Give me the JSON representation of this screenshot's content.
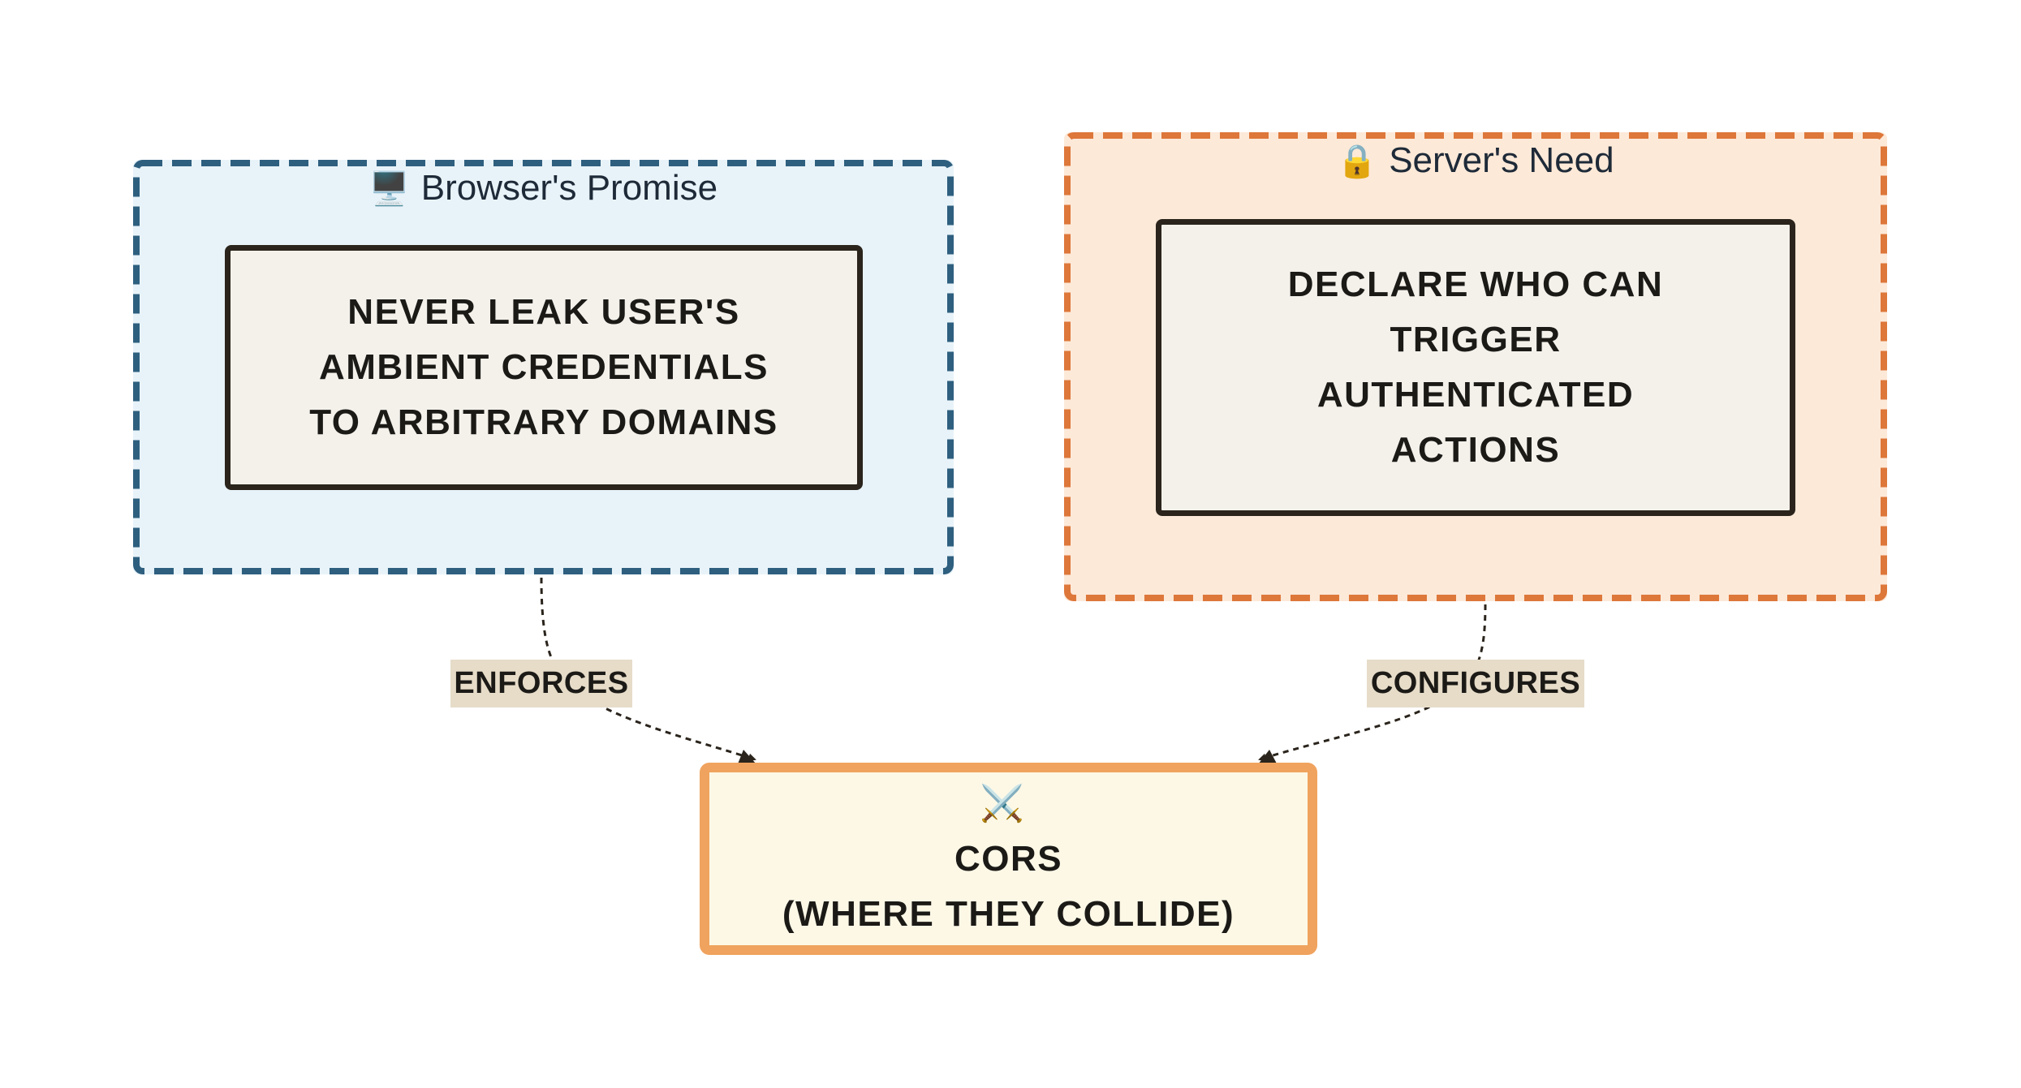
{
  "diagram": {
    "groups": [
      {
        "id": "browser",
        "title": "Browser's Promise",
        "icon": "desktop-computer-icon",
        "icon_glyph": "🖥️",
        "fill_color": "#e8f3f9",
        "border_color": "#2e5f7f",
        "node": {
          "lines": [
            "NEVER LEAK USER'S",
            "AMBIENT CREDENTIALS",
            "TO ARBITRARY DOMAINS"
          ]
        }
      },
      {
        "id": "server",
        "title": "Server's Need",
        "icon": "lock-icon",
        "icon_glyph": "🔒",
        "fill_color": "#fde9d8",
        "border_color": "#dd773a",
        "node": {
          "lines": [
            "DECLARE WHO CAN",
            "TRIGGER",
            "AUTHENTICATED",
            "ACTIONS"
          ]
        }
      }
    ],
    "target": {
      "icon": "crossed-swords-icon",
      "icon_glyph": "⚔️",
      "title": "CORS",
      "subtitle": "(WHERE THEY COLLIDE)",
      "fill_color": "#fdf8e6",
      "border_color": "#f0a35e"
    },
    "edges": [
      {
        "from": "browser",
        "to": "cors",
        "label": "ENFORCES",
        "style": "dotted"
      },
      {
        "from": "server",
        "to": "cors",
        "label": "CONFIGURES",
        "style": "dotted"
      }
    ],
    "colors": {
      "node_fill": "#f3f1ea",
      "node_border": "#2a241c",
      "edge_label_bg": "#e6dcc8",
      "edge_color": "#2a241c"
    }
  }
}
